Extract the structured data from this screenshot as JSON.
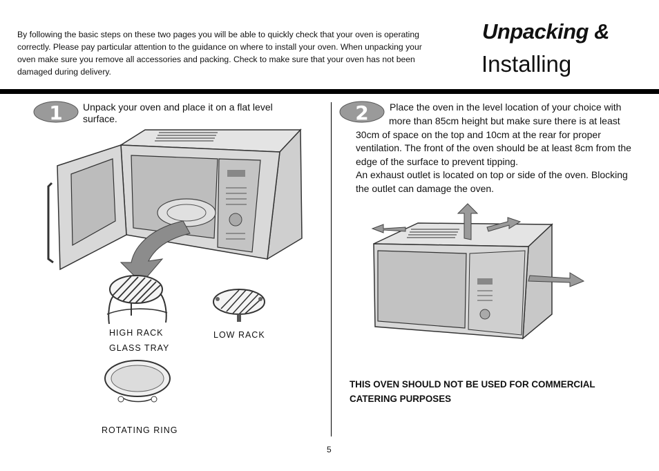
{
  "intro": "By following the basic steps on these two pages you will be able to quickly check that your oven is operating correctly. Please pay particular attention to the guidance on where to install your oven. When unpacking your oven make sure you remove all accessories and packing. Check to make sure that your oven has not been damaged during delivery.",
  "title": {
    "line1": "Unpacking &",
    "line2": "Installing"
  },
  "step1": {
    "number": "1",
    "text": "Unpack your oven and place it on a flat level surface.",
    "accessories": {
      "high_rack": "HIGH  RACK",
      "low_rack": "LOW RACK",
      "glass_tray": "GLASS TRAY",
      "rotating_ring": "ROTATING RING"
    }
  },
  "step2": {
    "number": "2",
    "line1": "Place the oven in the level location of your choice with",
    "line2": "more than 85cm height but make sure there is at least",
    "line3": "30cm of space on the top and 10cm at the rear for proper ventilation. The front of the oven should be at least 8cm from the edge of the surface to prevent tipping.",
    "line4": "An exhaust outlet is located on top or side of the oven. Blocking the outlet can damage the oven."
  },
  "warning": "THIS OVEN SHOULD NOT BE USED FOR COMMERCIAL CATERING PURPOSES",
  "page_number": "5",
  "colors": {
    "rule": "#000000",
    "number_badge": "#9a9a9a",
    "oven_body": "#d6d6d6",
    "arrow": "#8c8c8c"
  }
}
